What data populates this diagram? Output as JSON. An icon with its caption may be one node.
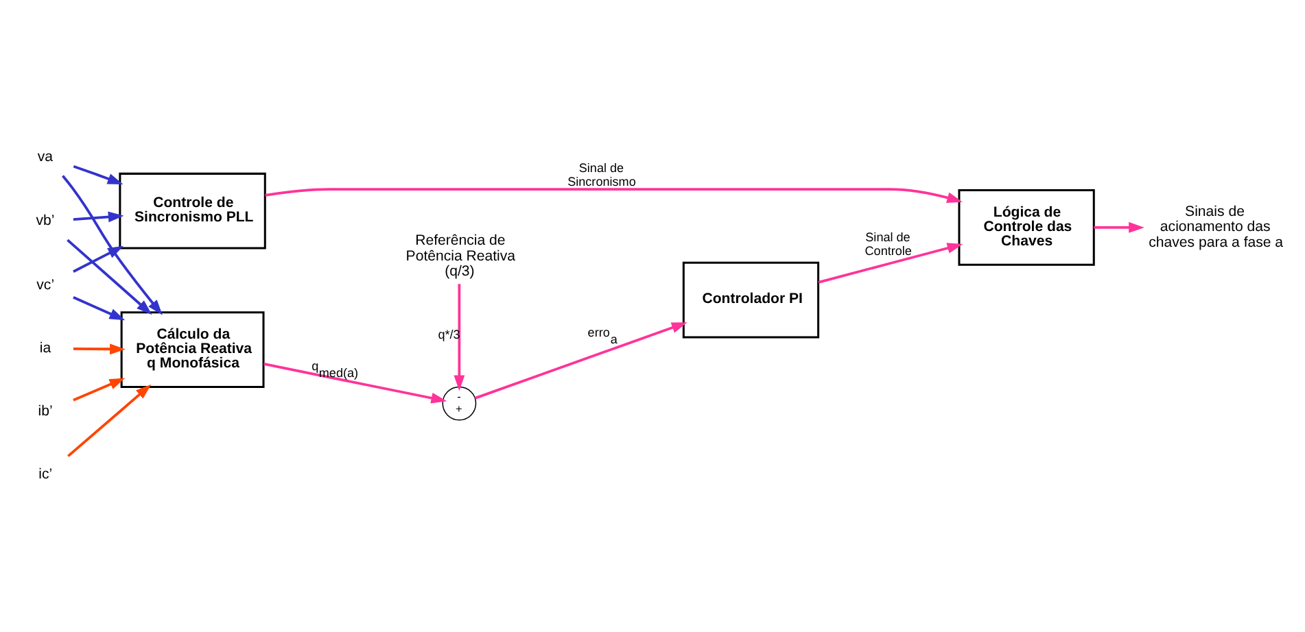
{
  "diagram": {
    "nodes": [
      {
        "text": [
          "va"
        ]
      },
      {
        "text": [
          "vb’"
        ]
      },
      {
        "text": [
          "vc’"
        ]
      },
      {
        "text": [
          "ia"
        ]
      },
      {
        "text": [
          "ib’"
        ]
      },
      {
        "text": [
          "ic’"
        ]
      },
      {
        "text": [
          "Controle de Sincronismo PLL"
        ]
      },
      {
        "text": [
          "Cálculo da Potência Reativa q Monofásica"
        ]
      },
      {
        "text": [
          "-",
          "+"
        ]
      },
      {
        "text": [
          "Controlador PI"
        ]
      },
      {
        "text": [
          "Lógica de Controle das Chaves"
        ]
      },
      {
        "text": [
          "Sinais de acionamento das chaves para a fase a"
        ]
      },
      {
        "text": [
          "Referência de Potência Reativa (q/3)"
        ]
      }
    ],
    "edges": [
      {
        "from": 0,
        "to": 6,
        "arrow": "to",
        "color": "#3333cc"
      },
      {
        "from": 0,
        "to": 7,
        "arrow": "to",
        "color": "#3333cc"
      },
      {
        "from": 1,
        "to": 6,
        "arrow": "to",
        "color": "#3333cc"
      },
      {
        "from": 1,
        "to": 7,
        "arrow": "to",
        "color": "#3333cc"
      },
      {
        "from": 2,
        "to": 6,
        "arrow": "to",
        "color": "#3333cc"
      },
      {
        "from": 2,
        "to": 7,
        "arrow": "to",
        "color": "#3333cc"
      },
      {
        "from": 3,
        "to": 7,
        "arrow": "to",
        "color": "#ff4500"
      },
      {
        "from": 4,
        "to": 7,
        "arrow": "to",
        "color": "#ff4500"
      },
      {
        "from": 5,
        "to": 7,
        "arrow": "to",
        "color": "#ff4500"
      },
      {
        "from": 6,
        "to": 10,
        "label": "Sinal de Sincronismo",
        "arrow": "to",
        "color": "#ff3399"
      },
      {
        "from": 7,
        "to": 8,
        "label": "q$_{med(a)}$",
        "arrow": "to",
        "color": "#ff3399"
      },
      {
        "from": 12,
        "to": 8,
        "label": "q*/3",
        "arrow": "to",
        "color": "#ff3399"
      },
      {
        "from": 8,
        "to": 9,
        "label": "erro$_{a}$",
        "arrow": "to",
        "color": "#ff3399"
      },
      {
        "from": 9,
        "to": 10,
        "label": "Sinal de Controle",
        "arrow": "to",
        "color": "#ff3399"
      },
      {
        "from": 10,
        "to": 11,
        "arrow": "to",
        "color": "#ff3399"
      }
    ]
  }
}
